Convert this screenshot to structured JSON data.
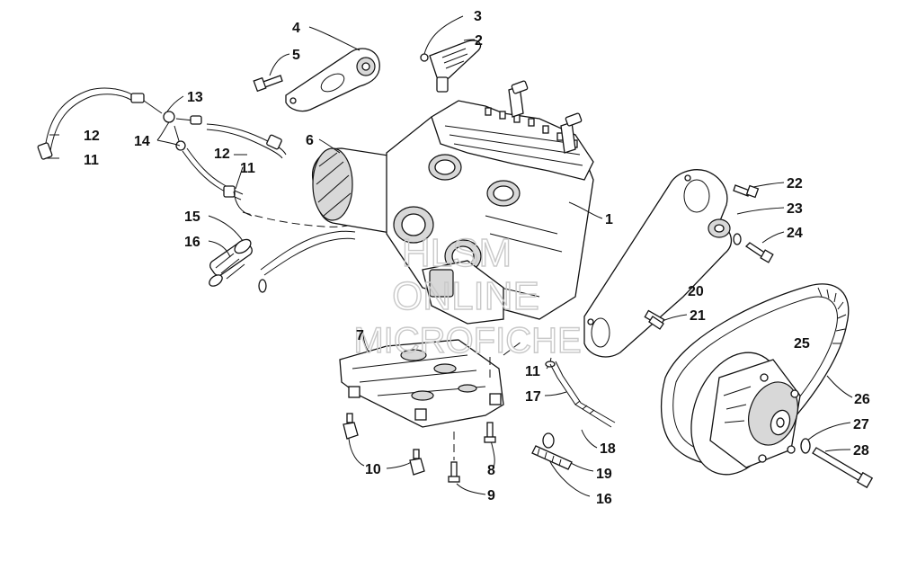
{
  "watermark": {
    "line1": "HLSM",
    "line2": "ONLINE",
    "line3": "MICROFICHE"
  },
  "callouts": {
    "c1": "1",
    "c2": "2",
    "c3": "3",
    "c4": "4",
    "c5": "5",
    "c6": "6",
    "c7": "7",
    "c8": "8",
    "c9": "9",
    "c10": "10",
    "c11a": "11",
    "c11b": "11",
    "c11c": "11",
    "c12a": "12",
    "c12b": "12",
    "c13": "13",
    "c14": "14",
    "c15": "15",
    "c16a": "16",
    "c16b": "16",
    "c17": "17",
    "c18": "18",
    "c19": "19",
    "c20": "20",
    "c21": "21",
    "c22": "22",
    "c23": "23",
    "c24": "24",
    "c25": "25",
    "c26": "26",
    "c27": "27",
    "c28": "28"
  }
}
